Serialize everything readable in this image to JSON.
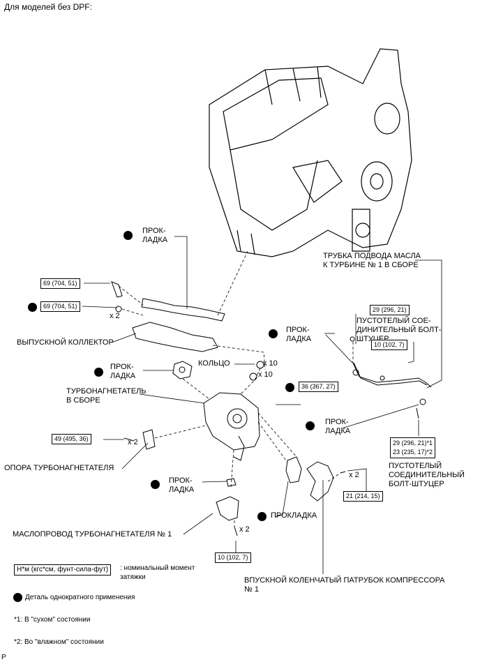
{
  "header": {
    "title": "Для моделей без DPF:"
  },
  "labels": {
    "gasket_top_1": "ПРОК-",
    "gasket_top_2": "ЛАДКА",
    "oil_tube_1": "ТРУБКА ПОДВОДА МАСЛА",
    "oil_tube_2": "К ТУРБИНЕ № 1 В СБОРЕ",
    "hollow_bolt_a_1": "ПУСТОТЕЛЫЙ СОЕ-",
    "hollow_bolt_a_2": "ДИНИТЕЛЬНЫЙ БОЛТ-",
    "hollow_bolt_a_3": "ШТУЦЕР",
    "gasket_mid_1": "ПРОК-",
    "gasket_mid_2": "ЛАДКА",
    "exhaust_manifold": "ВЫПУСКНОЙ КОЛЛЕКТОР",
    "gasket_left_1": "ПРОК-",
    "gasket_left_2": "ЛАДКА",
    "ring": "КОЛЬЦО",
    "turbo_1": "ТУРБОНАГНЕТАТЕЛЬ",
    "turbo_2": "В СБОРЕ",
    "gasket_right_1": "ПРОК-",
    "gasket_right_2": "ЛАДКА",
    "turbo_support": "ОПОРА ТУРБОНАГНЕТАТЕЛЯ",
    "hollow_bolt_b_1": "ПУСТОТЕЛЫЙ",
    "hollow_bolt_b_2": "СОЕДИНИТЕЛЬНЫЙ",
    "hollow_bolt_b_3": "БОЛТ-ШТУЦЕР",
    "gasket_low_1": "ПРОК-",
    "gasket_low_2": "ЛАДКА",
    "gasket_plain": "ПРОКЛАДКА",
    "oil_pipe": "МАСЛОПРОВОД ТУРБОНАГНЕТАТЕЛЯ № 1",
    "intake_elbow_1": "ВПУСКНОЙ КОЛЕНЧАТЫЙ ПАТРУБОК КОМПРЕССОРА",
    "intake_elbow_2": "№ 1"
  },
  "torques": {
    "t1": "69 (704, 51)",
    "t2": "69 (704, 51)",
    "t3": "29 (296, 21)",
    "t4": "10 (102, 7)",
    "t5": "36 (367, 27)",
    "t6": "49 (495, 36)",
    "t7a": "29 (296, 21)*1",
    "t7b": "23 (235, 17)*2",
    "t8": "21 (214, 15)",
    "t9": "10 (102, 7)"
  },
  "quantities": {
    "q1": "x 2",
    "q2": "x 10",
    "q3": "x 10",
    "q4": "x 2",
    "q5": "x 2",
    "q6": "x 2"
  },
  "legend": {
    "torque_box": "Н*м (кгс*см, фунт-сила-фут)",
    "torque_desc_1": ": номинальный момент",
    "torque_desc_2": "затяжки",
    "single_use": "Деталь однократного применения",
    "note1": "*1: В \"сухом\" состоянии",
    "note2": "*2: Во \"влажном\" состоянии"
  },
  "footer": {
    "code": "P"
  }
}
